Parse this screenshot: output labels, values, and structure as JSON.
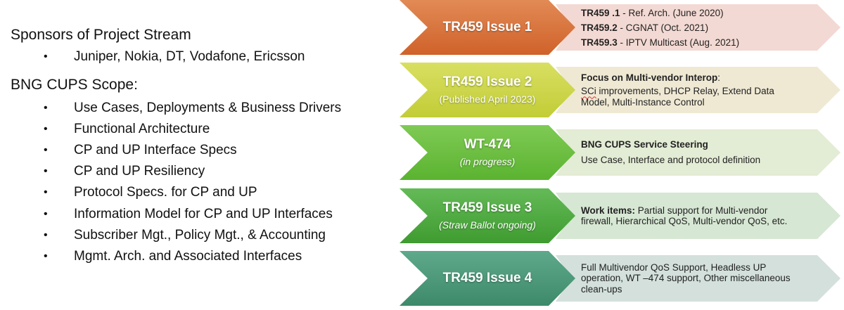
{
  "left_panel": {
    "sponsors_heading": "Sponsors of Project Stream",
    "sponsors": [
      "Juniper, Nokia, DT, Vodafone, Ericsson"
    ],
    "scope_heading": "BNG CUPS Scope:",
    "scope_items": [
      "Use Cases, Deployments & Business Drivers",
      "Functional Architecture",
      "CP and UP Interface Specs",
      "CP and UP Resiliency",
      "Protocol Specs. for CP and UP",
      "Information Model for CP and UP Interfaces",
      "Subscriber Mgt., Policy Mgt., &  Accounting",
      "Mgmt. Arch.  and Associated Interfaces"
    ],
    "bullet_glyph": "•"
  },
  "timeline": [
    {
      "title": "TR459 Issue 1",
      "subtitle": "",
      "chevron_color_top": "#e0834a",
      "chevron_color_bottom": "#d4682a",
      "desc_bg": "#f3d9d3",
      "desc": {
        "lines": [
          {
            "bold": "TR459 .1",
            "text": "  - Ref. Arch. (June 2020)"
          },
          {
            "bold": "TR459.2",
            "text": "  - CGNAT (Oct. 2021)"
          },
          {
            "bold": "TR459.3",
            "text": " - IPTV Multicast (Aug. 2021)"
          }
        ]
      }
    },
    {
      "title": "TR459 Issue 2",
      "subtitle": "(Published April 2023)",
      "chevron_color_top": "#d6de5a",
      "chevron_color_bottom": "#c3cf3a",
      "desc_bg": "#efe9d4",
      "desc": {
        "heading": "Focus on Multi-vendor Interop",
        "heading_suffix": ":",
        "underlined_word": "SCi",
        "lines": [
          " improvements, DHCP Relay, Extend Data",
          "Model, Multi-Instance Control"
        ]
      }
    },
    {
      "title": "WT-474",
      "subtitle": "(in progress)",
      "chevron_color_top": "#7cc94f",
      "chevron_color_bottom": "#5fb535",
      "desc_bg": "#e3ecd4",
      "desc": {
        "heading": "BNG CUPS Service Steering",
        "lines": [
          "Use Case, Interface and protocol definition"
        ]
      }
    },
    {
      "title": "TR459 Issue 3",
      "subtitle": "(Straw Ballot ongoing)",
      "chevron_color_top": "#5fb753",
      "chevron_color_bottom": "#43a033",
      "desc_bg": "#d6e7d3",
      "desc": {
        "heading": "Work items:",
        "lines": [
          " Partial support for Multi-vendor",
          "firewall, Hierarchical QoS, Multi-vendor QoS, etc."
        ]
      }
    },
    {
      "title": "TR459 Issue 4",
      "subtitle": "",
      "chevron_color_top": "#5aa587",
      "chevron_color_bottom": "#3f8b6c",
      "desc_bg": "#d3e0db",
      "desc": {
        "lines": [
          "Full Multivendor QoS Support, Headless UP",
          "operation, WT –474 support, Other miscellaneous",
          "clean-ups"
        ]
      }
    }
  ]
}
